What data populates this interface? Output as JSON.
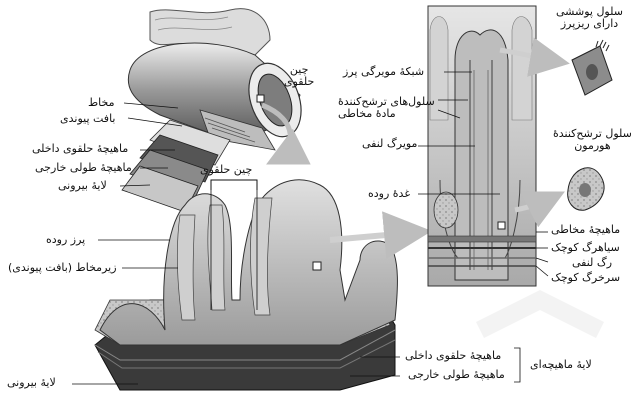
{
  "labels": {
    "top_right_cell": "سلول پوششی\nدارای ریزپرز",
    "villus_capillary": "شبکهٔ مویرگی پرز",
    "mucus_cells": "سلول‌های ترشح‌کنندهٔ\nمادهٔ مخاطی",
    "lymph_capillary": "مویرگ لنفی",
    "hormone_cell": "سلول ترشح‌کنندهٔ\nهورمون",
    "intestinal_gland": "غدهٔ روده",
    "muscularis_mucosae": "ماهیچهٔ مخاطی",
    "small_vein": "سیاهرگ کوچک",
    "lymph_vessel": "رگ لنفی",
    "small_artery": "سرخرگ کوچک",
    "circular_fold_top": "چین\nحلقوی",
    "mucosa": "مخاط",
    "connective_tissue": "بافت پیوندی",
    "inner_circular_muscle_left": "ماهیچهٔ حلقوی داخلی",
    "outer_longitudinal_muscle_left": "ماهیچهٔ طولی خارجی",
    "outer_layer_left": "لایهٔ بیرونی",
    "circular_fold_mid": "چین حلقوی",
    "villus": "پرز روده",
    "submucosa": "زیرمخاط (بافت پیوندی)",
    "inner_circular_muscle_bottom": "ماهیچهٔ حلقوی داخلی",
    "outer_longitudinal_muscle_bottom": "ماهیچهٔ طولی خارجی",
    "outer_layer_bottom": "لایهٔ بیرونی",
    "muscular_layer": "لایهٔ ماهیچه‌ای"
  },
  "colors": {
    "ink": "#111111",
    "tissue_light": "#d9d9d9",
    "tissue_mid": "#a6a6a6",
    "tissue_dark": "#4d4d4d",
    "muscle_dark": "#2b2b2b"
  }
}
